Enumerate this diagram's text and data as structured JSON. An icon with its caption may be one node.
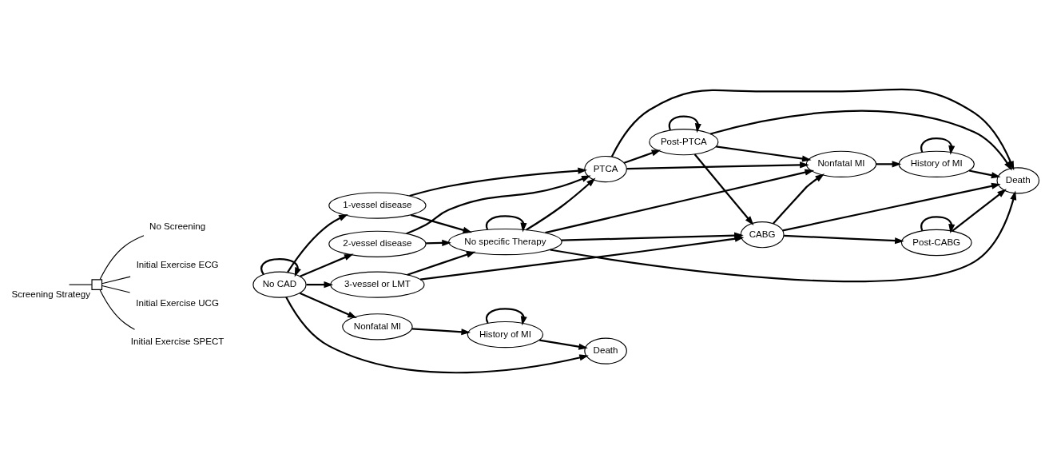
{
  "diagram": {
    "nodes": [
      {
        "text": [],
        "shape": "box",
        "beside": [
          "Screening Strategy"
        ]
      },
      {
        "text": [
          "No Screening"
        ]
      },
      {
        "text": [
          "Initial Exercise ECG"
        ]
      },
      {
        "text": [
          "Initial Exercise UCG"
        ]
      },
      {
        "text": [
          "Initial Exercise SPECT"
        ]
      },
      {
        "text": [
          "No CAD"
        ]
      },
      {
        "text": [
          "1-vessel disease"
        ]
      },
      {
        "text": [
          "2-vessel disease"
        ]
      },
      {
        "text": [
          "3-vessel or LMT"
        ]
      },
      {
        "text": [
          "Nonfatal MI"
        ]
      },
      {
        "text": [
          "History of MI"
        ]
      },
      {
        "text": [
          "Death"
        ]
      },
      {
        "text": [
          "PTCA"
        ]
      },
      {
        "text": [
          "No specific Therapy"
        ]
      },
      {
        "text": [
          "CABG"
        ]
      },
      {
        "text": [
          "Post-PTCA"
        ]
      },
      {
        "text": [
          "Post-CABG"
        ]
      },
      {
        "text": [
          "Nonfatal MI"
        ]
      },
      {
        "text": [
          "History of MI"
        ]
      },
      {
        "text": [
          "Death"
        ]
      }
    ],
    "edges": [
      {
        "from": null,
        "to": 0,
        "arrow": "none"
      },
      {
        "from": 0,
        "to": 1,
        "arrow": "none"
      },
      {
        "from": 0,
        "to": 2,
        "arrow": "none"
      },
      {
        "from": 0,
        "to": 3,
        "arrow": "none"
      },
      {
        "from": 0,
        "to": 4,
        "arrow": "none"
      },
      {
        "from": 5,
        "to": 5,
        "arrow": "to"
      },
      {
        "from": 5,
        "to": 6,
        "arrow": "to"
      },
      {
        "from": 5,
        "to": 7,
        "arrow": "to"
      },
      {
        "from": 5,
        "to": 8,
        "arrow": "to"
      },
      {
        "from": 5,
        "to": 9,
        "arrow": "to"
      },
      {
        "from": 5,
        "to": 11,
        "arrow": "to"
      },
      {
        "from": 9,
        "to": 10,
        "arrow": "to"
      },
      {
        "from": 10,
        "to": 10,
        "arrow": "to"
      },
      {
        "from": 10,
        "to": 11,
        "arrow": "to"
      },
      {
        "from": 6,
        "to": 12,
        "arrow": "to"
      },
      {
        "from": 6,
        "to": 13,
        "arrow": "to"
      },
      {
        "from": 7,
        "to": 12,
        "arrow": "to"
      },
      {
        "from": 7,
        "to": 13,
        "arrow": "to"
      },
      {
        "from": 8,
        "to": 13,
        "arrow": "to"
      },
      {
        "from": 8,
        "to": 14,
        "arrow": "to"
      },
      {
        "from": 13,
        "to": 13,
        "arrow": "to"
      },
      {
        "from": 13,
        "to": 12,
        "arrow": "to"
      },
      {
        "from": 13,
        "to": 14,
        "arrow": "to"
      },
      {
        "from": 13,
        "to": 17,
        "arrow": "to"
      },
      {
        "from": 13,
        "to": 19,
        "arrow": "to"
      },
      {
        "from": 12,
        "to": 15,
        "arrow": "to"
      },
      {
        "from": 12,
        "to": 17,
        "arrow": "to"
      },
      {
        "from": 12,
        "to": 19,
        "arrow": "to"
      },
      {
        "from": 15,
        "to": 15,
        "arrow": "to"
      },
      {
        "from": 15,
        "to": 17,
        "arrow": "to"
      },
      {
        "from": 15,
        "to": 14,
        "arrow": "to"
      },
      {
        "from": 15,
        "to": 19,
        "arrow": "to"
      },
      {
        "from": 14,
        "to": 16,
        "arrow": "to"
      },
      {
        "from": 14,
        "to": 17,
        "arrow": "to"
      },
      {
        "from": 14,
        "to": 19,
        "arrow": "to"
      },
      {
        "from": 16,
        "to": 16,
        "arrow": "to"
      },
      {
        "from": 16,
        "to": 19,
        "arrow": "to"
      },
      {
        "from": 17,
        "to": 18,
        "arrow": "to"
      },
      {
        "from": 18,
        "to": 18,
        "arrow": "to"
      },
      {
        "from": 18,
        "to": 19,
        "arrow": "to"
      }
    ]
  }
}
